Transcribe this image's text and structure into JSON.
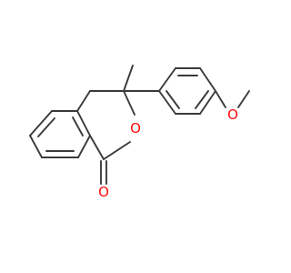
{
  "molecule": {
    "atoms": {
      "ring_oxygen": "O",
      "carbonyl_oxygen": "O",
      "methoxy_oxygen": "O"
    },
    "colors": {
      "bond": "#3a3a3a",
      "oxygen": "#ff0d0d"
    }
  }
}
